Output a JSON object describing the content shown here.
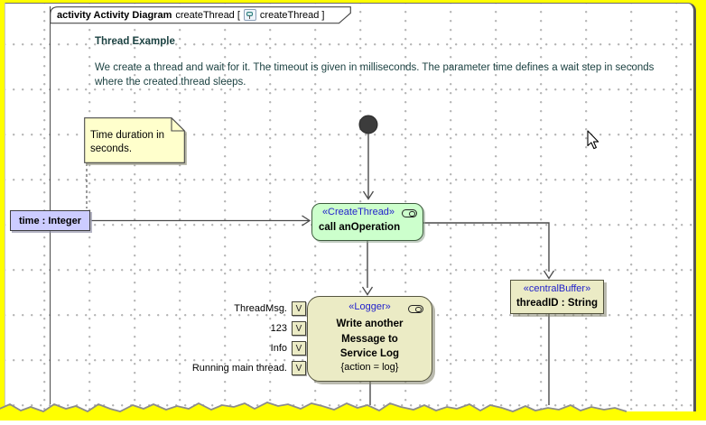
{
  "tab": {
    "title_bold": "activity Activity Diagram",
    "title_mid": "createThread [",
    "title_ref": "createThread ]"
  },
  "header": {
    "title": "Thread Example",
    "description": "We create a thread and wait for it. The timeout is given in milliseconds. The parameter time defines a wait step in seconds where the created thread sleeps."
  },
  "note": {
    "text": "Time duration in seconds."
  },
  "parameter": {
    "label": "time : Integer"
  },
  "create_thread": {
    "stereotype": "«CreateThread»",
    "name": "call anOperation"
  },
  "logger": {
    "stereotype": "«Logger»",
    "line1": "Write another",
    "line2": "Message to",
    "line3": "Service Log",
    "constraint": "{action = log}"
  },
  "pins": [
    {
      "label": "ThreadMsg.",
      "glyph": "V"
    },
    {
      "label": "123",
      "glyph": "V"
    },
    {
      "label": "Info",
      "glyph": "V"
    },
    {
      "label": "Running main thread.",
      "glyph": "V"
    }
  ],
  "central_buffer": {
    "stereotype": "«centralBuffer»",
    "name": "threadID : String"
  },
  "colors": {
    "action_fill": "#ccffcc",
    "object_fill": "#ebebc5",
    "note_fill": "#ffffcc",
    "param_fill": "#ccccff",
    "stereotype_blue": "#2222cc",
    "highlight_yellow": "#ffff00"
  }
}
